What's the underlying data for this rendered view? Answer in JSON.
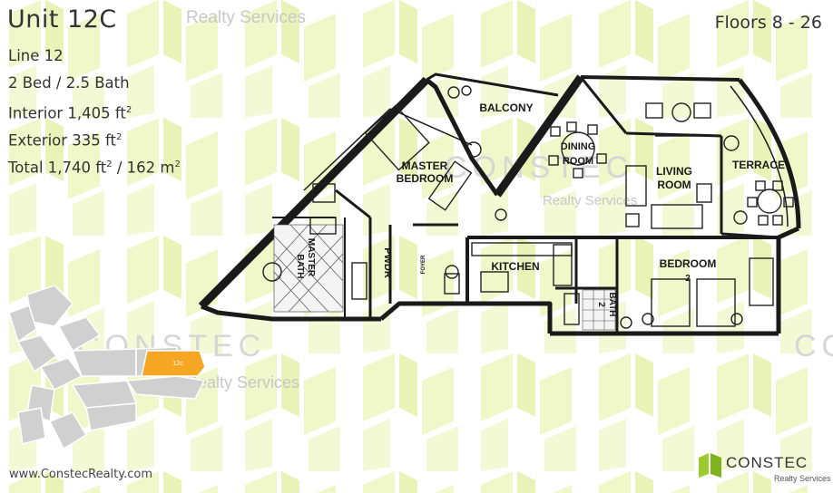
{
  "header": {
    "unit_title": "Unit 12C",
    "floors": "Floors 8 - 26"
  },
  "details": {
    "line_label": "Line 12",
    "bed_bath": "2 Bed / 2.5 Bath",
    "interior_prefix": "Interior 1,405 ft",
    "exterior_prefix": "Exterior 335 ft",
    "total_prefix": "Total 1,740 ft",
    "total_metric": " / 162 m",
    "superscript": "2"
  },
  "watermark": {
    "realty_text": "Realty Services",
    "constec_text": "CONSTEC"
  },
  "rooms": {
    "balcony": "BALCONY",
    "master_line1": "MASTER",
    "master_line2": "BEDROOM",
    "dining_line1": "DINING",
    "dining_line2": "ROOM",
    "living_line1": "LIVING",
    "living_line2": "ROOM",
    "terrace": "TERRACE",
    "kitchen": "KITCHEN",
    "bedroom2_line1": "BEDROOM",
    "bedroom2_line2": "2",
    "master_bath_line1": "MASTER",
    "master_bath_line2": "BATH",
    "pwdr": "PWDR",
    "bath2_line1": "BATH",
    "bath2_line2": "2",
    "foyer": "FOYER"
  },
  "keyplan": {
    "unit_label": "12c",
    "highlight_color": "#f5a623"
  },
  "footer": {
    "website": "www.ConstecRealty.com",
    "brand_name": "CONSTEC",
    "brand_sub": "Realty Services"
  },
  "colors": {
    "watermark_green": "#e9f4b3",
    "wall": "#1a1a1a",
    "logo_green": "#9bcb2f"
  }
}
